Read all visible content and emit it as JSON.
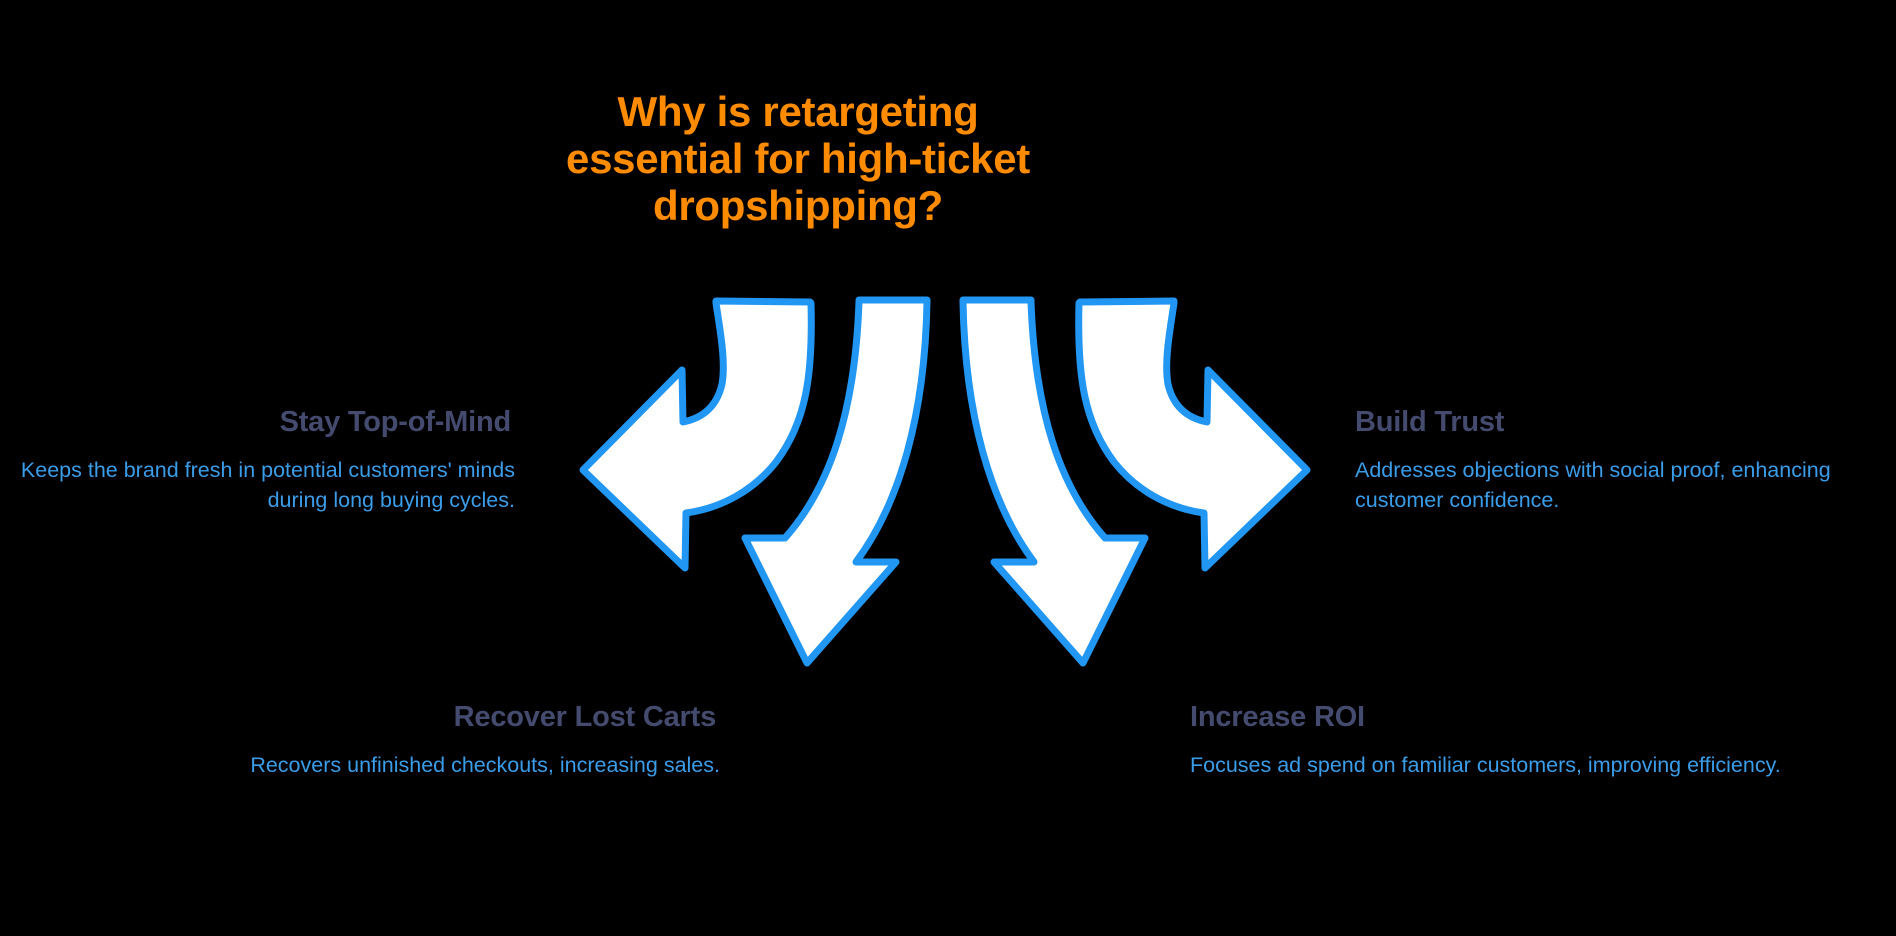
{
  "colors": {
    "background": "#000000",
    "title": "#FF8C00",
    "heading": "#454B6E",
    "body": "#3B9CE8",
    "arrow_stroke": "#2196F3",
    "arrow_fill": "#FFFFFF"
  },
  "title": {
    "line1": "Why is retargeting",
    "line2": "essential for high-ticket",
    "line3": "dropshipping?"
  },
  "graphic": {
    "name": "four-way-curved-arrows",
    "description": "Four hand-drawn curved arrows radiating outward from a common center: up-left, up-right, down-left, down-right"
  },
  "blocks": [
    {
      "id": "stay-top-of-mind",
      "heading": "Stay Top-of-Mind",
      "body": "Keeps the brand fresh in potential customers' minds during long buying cycles."
    },
    {
      "id": "build-trust",
      "heading": "Build Trust",
      "body": "Addresses objections with social proof, enhancing customer confidence."
    },
    {
      "id": "recover-lost-carts",
      "heading": "Recover Lost Carts",
      "body": "Recovers unfinished checkouts, increasing sales."
    },
    {
      "id": "increase-roi",
      "heading": "Increase ROI",
      "body": "Focuses ad spend on familiar customers, improving efficiency."
    }
  ]
}
